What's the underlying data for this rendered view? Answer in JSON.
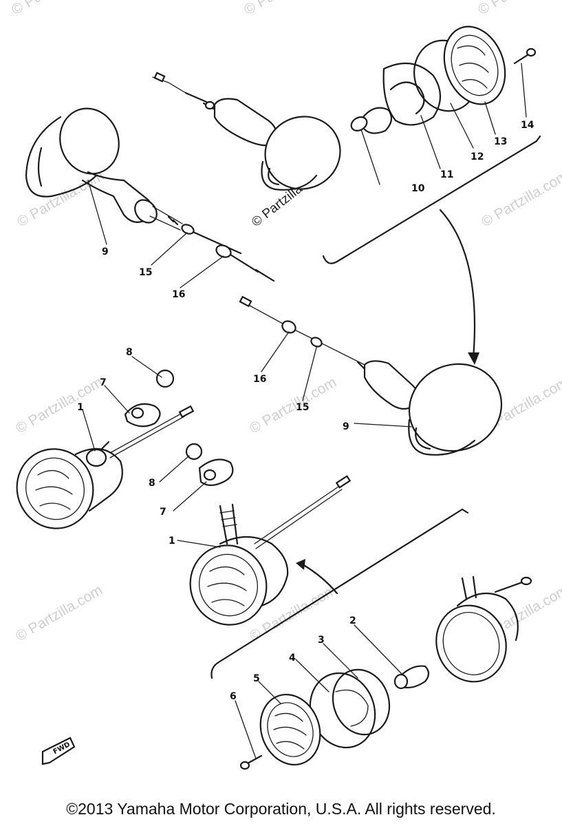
{
  "watermark": {
    "text": "© Partzilla.com",
    "center_text": "© Partzilla.com"
  },
  "callouts": {
    "c1a": "1",
    "c1b": "1",
    "c2": "2",
    "c3": "3",
    "c4": "4",
    "c5": "5",
    "c6": "6",
    "c7a": "7",
    "c7b": "7",
    "c8a": "8",
    "c8b": "8",
    "c9a": "9",
    "c9b": "9",
    "c10": "10",
    "c11": "11",
    "c12": "12",
    "c13": "13",
    "c14": "14",
    "c15a": "15",
    "c15b": "15",
    "c16a": "16",
    "c16b": "16"
  },
  "forward_arrow": "FWD",
  "copyright": "©2013  Yamaha Motor Corporation, U.S.A. All rights reserved."
}
